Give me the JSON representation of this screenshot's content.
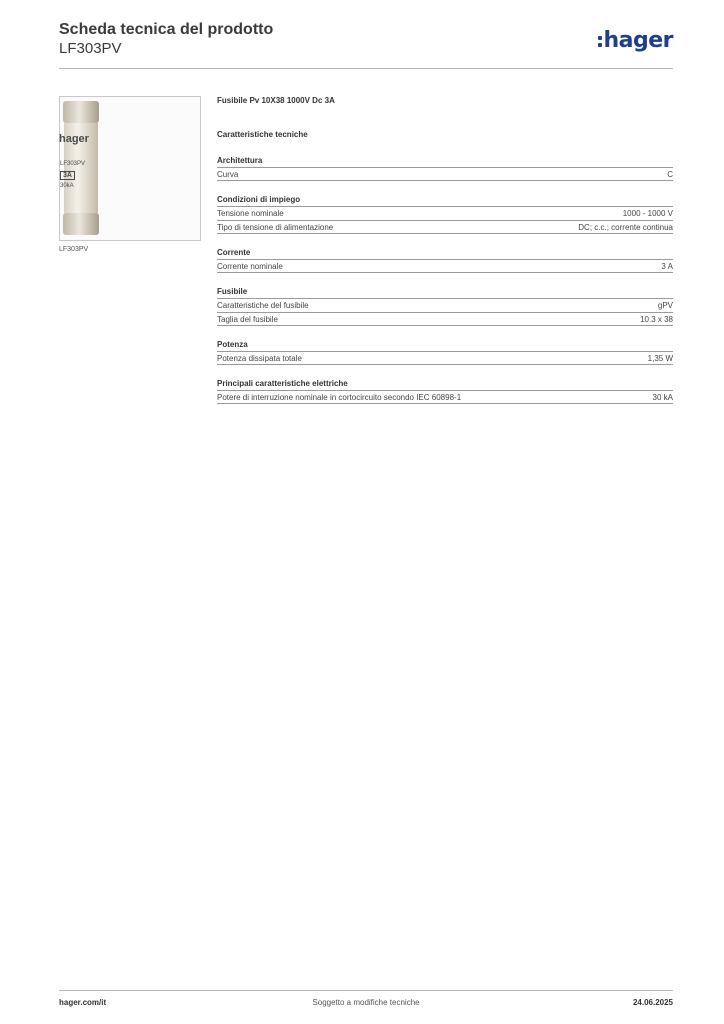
{
  "header": {
    "title": "Scheda tecnica del prodotto",
    "subtitle": "LF303PV",
    "logo": "hager",
    "logo_color": "#1e3f8a"
  },
  "product_image": {
    "caption": "LF303PV",
    "label_brand": "hager",
    "label_code": "LF303PV",
    "label_rating": "3A",
    "label_breaking": "30kA"
  },
  "product": {
    "title": "Fusibile Pv 10X38 1000V Dc 3A",
    "section_heading": "Caratteristiche tecniche"
  },
  "groups": [
    {
      "title": "Architettura",
      "rows": [
        {
          "key": "Curva",
          "value": "C"
        }
      ]
    },
    {
      "title": "Condizioni di impiego",
      "rows": [
        {
          "key": "Tensione nominale",
          "value": "1000 - 1000 V"
        },
        {
          "key": "Tipo di tensione di alimentazione",
          "value": "DC; c.c.; corrente continua"
        }
      ]
    },
    {
      "title": "Corrente",
      "rows": [
        {
          "key": "Corrente nominale",
          "value": "3 A"
        }
      ]
    },
    {
      "title": "Fusibile",
      "rows": [
        {
          "key": "Caratteristiche del fusibile",
          "value": "gPV"
        },
        {
          "key": "Taglia del fusibile",
          "value": "10.3 x 38"
        }
      ]
    },
    {
      "title": "Potenza",
      "rows": [
        {
          "key": "Potenza dissipata totale",
          "value": "1,35 W"
        }
      ]
    },
    {
      "title": "Principali caratteristiche elettriche",
      "rows": [
        {
          "key": "Potere di interruzione nominale in cortocircuito secondo IEC 60898-1",
          "value": "30 kA"
        }
      ]
    }
  ],
  "footer": {
    "website": "hager.com/it",
    "note": "Soggetto a modifiche tecniche",
    "date": "24.06.2025"
  }
}
